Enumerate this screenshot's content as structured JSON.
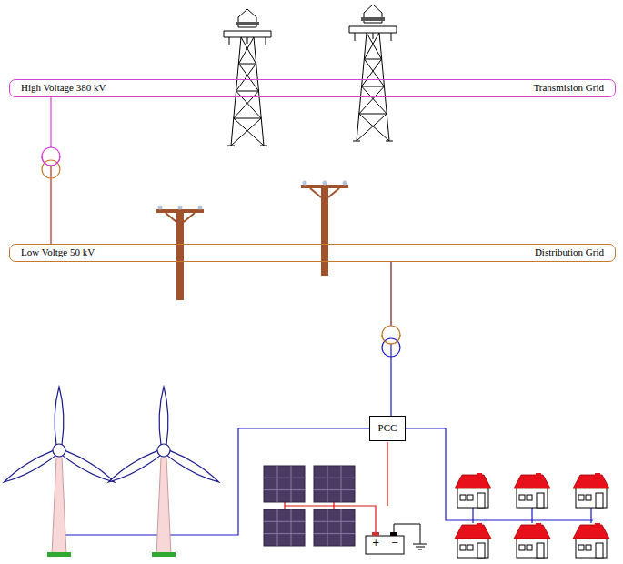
{
  "diagram": {
    "nodes": [
      {
        "text": [
          "High Voltage 380 kV",
          "Transmision Grid"
        ]
      },
      {
        "text": [
          "Low Voltge 50 kV",
          "Distribution Grid"
        ]
      },
      {
        "text": [
          "PCC"
        ]
      }
    ],
    "edges": [
      {
        "from": 0,
        "to": 1,
        "arrow": "none"
      },
      {
        "from": 1,
        "to": 2,
        "arrow": "none"
      }
    ],
    "labels": [
      "+",
      "−"
    ]
  }
}
